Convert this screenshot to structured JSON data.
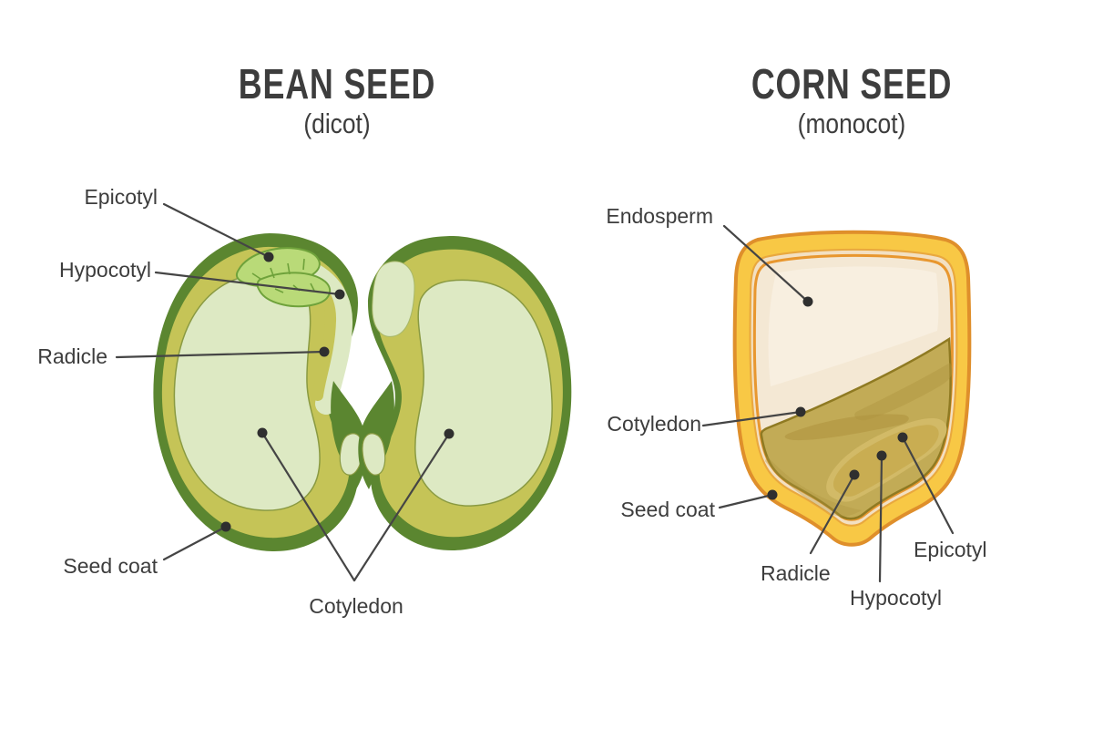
{
  "page": {
    "background": "#ffffff"
  },
  "palette": {
    "ink": "#3d3d3d",
    "line": "#454545",
    "dot": "#2f2f2f",
    "bean-coat": "#5b8630",
    "bean-olive": "#c5c457",
    "bean-pale": "#dde9c3",
    "bean-pale-stroke": "#8a9a42",
    "bean-leaf": "#b9da78",
    "bean-leaf-stroke": "#6fa23b",
    "corn-yellow": "#f8c845",
    "corn-orange": "#df8f2b",
    "corn-ring": "#e8972f",
    "corn-cream": "#f3e0c2",
    "corn-endosperm": "#f4e8d4",
    "corn-endosperm-light": "#f9f0e2",
    "corn-khaki": "#c2ab56",
    "corn-khaki-stroke": "#8f7a22",
    "corn-streak": "#b09540",
    "corn-embryo": "#c9ad52",
    "corn-embryo-halo": "#d2ba67"
  },
  "bean": {
    "title": "BEAN SEED",
    "subtitle": "(dicot)",
    "labels": {
      "epicotyl": "Epicotyl",
      "hypocotyl": "Hypocotyl",
      "radicle": "Radicle",
      "seed_coat": "Seed coat",
      "cotyledon": "Cotyledon"
    }
  },
  "corn": {
    "title": "CORN SEED",
    "subtitle": "(monocot)",
    "labels": {
      "endosperm": "Endosperm",
      "cotyledon": "Cotyledon",
      "seed_coat": "Seed coat",
      "radicle": "Radicle",
      "hypocotyl": "Hypocotyl",
      "epicotyl": "Epicotyl"
    }
  }
}
